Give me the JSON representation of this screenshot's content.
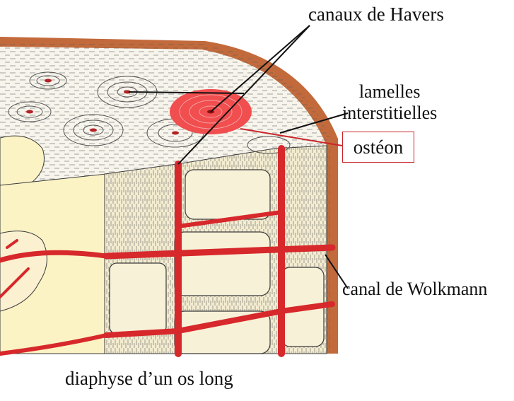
{
  "labels": {
    "canaux_havers": "canaux de Havers",
    "lamelles_line1": "lamelles",
    "lamelles_line2": "interstitielles",
    "osteon": "ostéon",
    "canal_wolkmann": "canal de Wolkmann",
    "caption": "diaphyse d’un os long"
  },
  "colors": {
    "vessel_red": "#d7282b",
    "highlight_red": "#f04e4f",
    "periosteum_brown": "#c26a3c",
    "bone_cream": "#f6efd3",
    "marrow_yellow": "#fbf3c4",
    "outline": "#3a3a3a"
  }
}
